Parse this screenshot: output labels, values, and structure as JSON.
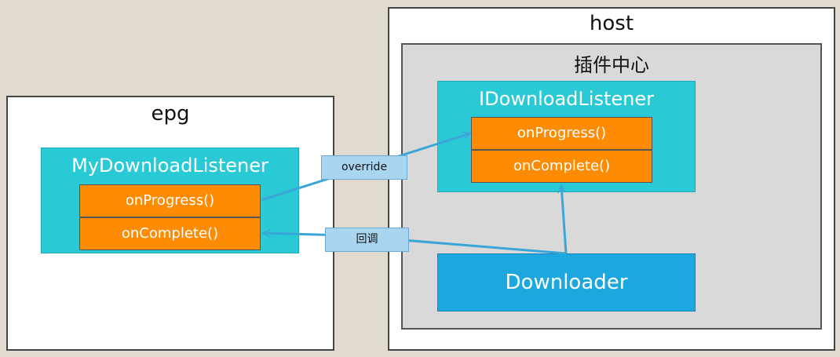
{
  "epg": {
    "title": "epg"
  },
  "host": {
    "title": "host"
  },
  "plugin_center": {
    "title": "插件中心"
  },
  "my_listener": {
    "name": "MyDownloadListener",
    "methods": [
      "onProgress()",
      "onComplete()"
    ]
  },
  "i_listener": {
    "name": "IDownloadListener",
    "methods": [
      "onProgress()",
      "onComplete()"
    ]
  },
  "downloader": {
    "name": "Downloader"
  },
  "edges": {
    "override_label": "override",
    "callback_label": "回调"
  },
  "colors": {
    "class_box": "#2ac9d6",
    "method_box": "#fd8c04",
    "downloader_box": "#1ca7df",
    "edge_label": "#a9d5f0",
    "edge_line": "#3aa6d8"
  }
}
